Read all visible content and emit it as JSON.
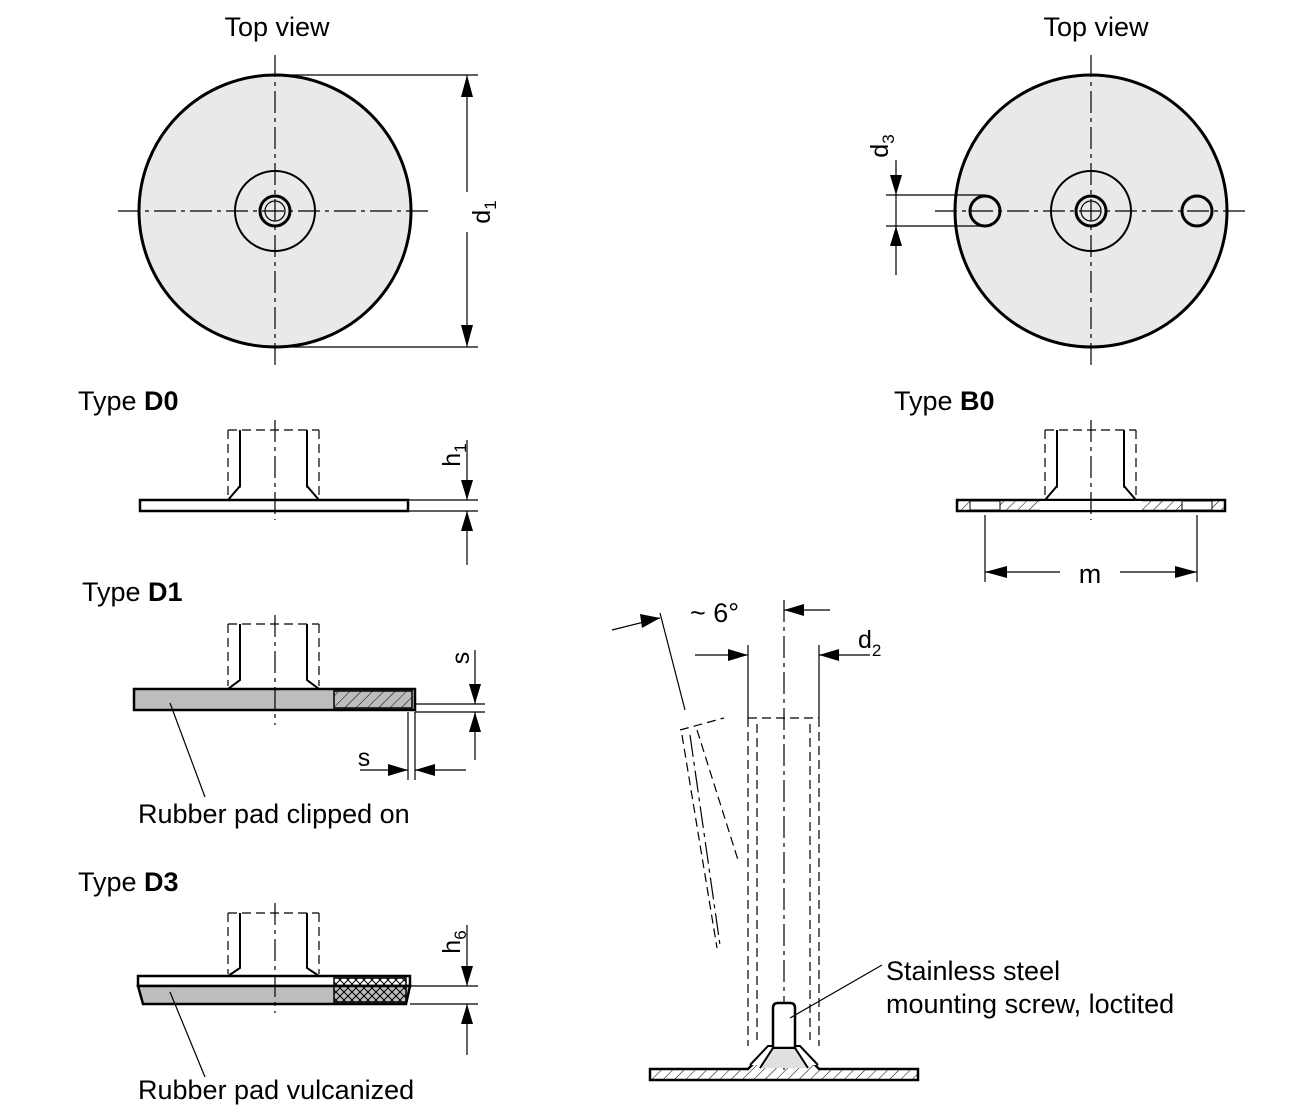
{
  "labels": {
    "top_view_left": "Top view",
    "top_view_right": "Top view",
    "type_d0_prefix": "Type ",
    "type_d0_code": "D0",
    "type_b0_prefix": "Type ",
    "type_b0_code": "B0",
    "type_d1_prefix": "Type ",
    "type_d1_code": "D1",
    "type_d3_prefix": "Type ",
    "type_d3_code": "D3",
    "rubber_clipped": "Rubber pad clipped on",
    "rubber_vulcanized": "Rubber pad vulcanized",
    "screw_line1": "Stainless steel",
    "screw_line2": "mounting screw, loctited",
    "angle": "~ 6°"
  },
  "dimensions": {
    "d1": {
      "base": "d",
      "sub": "1"
    },
    "d2": {
      "base": "d",
      "sub": "2"
    },
    "d3": {
      "base": "d",
      "sub": "3"
    },
    "h1": {
      "base": "h",
      "sub": "1"
    },
    "h6": {
      "base": "h",
      "sub": "6"
    },
    "s_top": "s",
    "s_side": "s",
    "m": "m"
  },
  "colors": {
    "line": "#000000",
    "disc_fill": "#e9e9e9",
    "rubber_fill": "#bdbdbd",
    "background": "#ffffff"
  }
}
